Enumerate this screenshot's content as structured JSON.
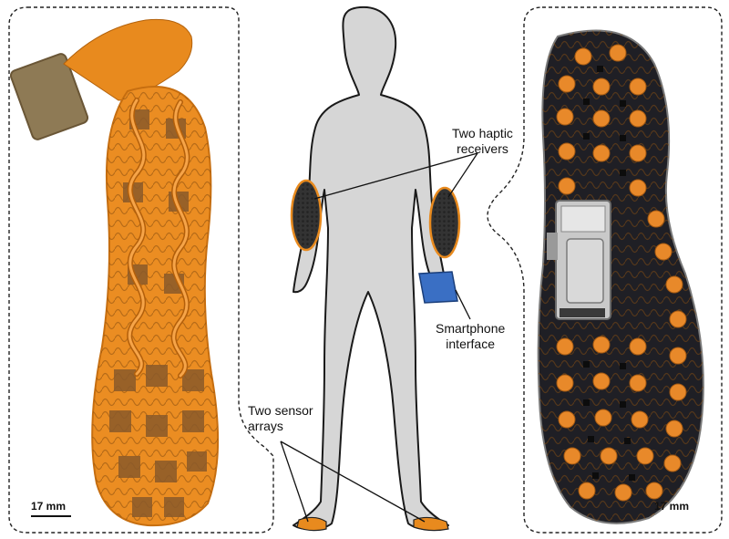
{
  "labels": {
    "haptic_line1": "Two haptic",
    "haptic_line2": "receivers",
    "smartphone_line1": "Smartphone",
    "smartphone_line2": "interface",
    "sensor_line1": "Two sensor",
    "sensor_line2": "arrays"
  },
  "scale_bars": {
    "left": "17 mm",
    "right": "17 mm"
  },
  "colors": {
    "body": "#d6d6d6",
    "body_outline": "#1a1a1a",
    "copper": "#e88a1e",
    "smartphone": "#3a6fc4",
    "insole_dark": "#1d1d22"
  }
}
